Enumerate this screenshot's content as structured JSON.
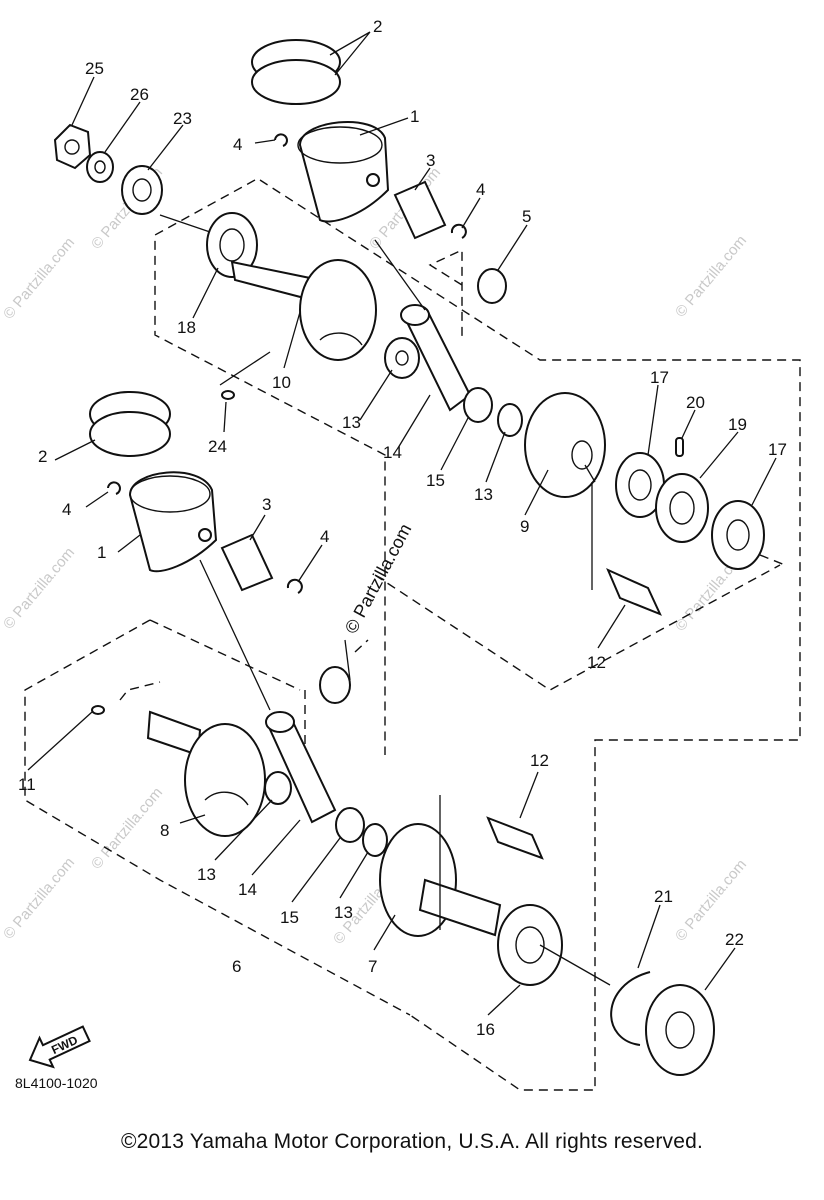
{
  "diagram": {
    "code": "8L4100-1020",
    "fwd_label": "FWD",
    "watermark_main": "© Partzilla.com",
    "watermark_repeat": "© Partzilla.com",
    "callouts": {
      "c25": "25",
      "c26": "26",
      "c23": "23",
      "c2a": "2",
      "c4a": "4",
      "c1a": "1",
      "c3a": "3",
      "c4b": "4",
      "c5": "5",
      "c18": "18",
      "c10": "10",
      "c13a": "13",
      "c14a": "14",
      "c15a": "15",
      "c13b": "13",
      "c9": "9",
      "c17a": "17",
      "c20": "20",
      "c19": "19",
      "c17b": "17",
      "c24": "24",
      "c2b": "2",
      "c4c": "4",
      "c1b": "1",
      "c3b": "3",
      "c4d": "4",
      "c12a": "12",
      "c11": "11",
      "c8": "8",
      "c13c": "13",
      "c14b": "14",
      "c15b": "15",
      "c13d": "13",
      "c7": "7",
      "c12b": "12",
      "c16": "16",
      "c6": "6",
      "c21": "21",
      "c22": "22"
    }
  },
  "footer": {
    "copyright": "©2013  Yamaha Motor Corporation, U.S.A. All rights reserved."
  }
}
